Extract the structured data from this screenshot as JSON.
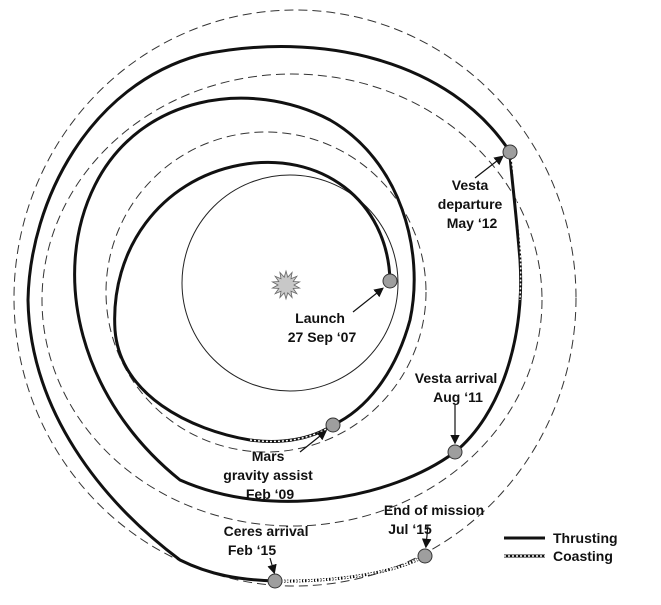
{
  "events": {
    "launch": {
      "lines": [
        "Launch",
        "27 Sep ‘07"
      ]
    },
    "mars": {
      "lines": [
        "Mars",
        "gravity assist",
        "Feb ‘09"
      ]
    },
    "vesta_arrival": {
      "lines": [
        "Vesta arrival",
        "Aug ‘11"
      ]
    },
    "vesta_departure": {
      "lines": [
        "Vesta",
        "departure",
        "May ‘12"
      ]
    },
    "ceres_arrival": {
      "lines": [
        "Ceres arrival",
        "Feb ‘15"
      ]
    },
    "end_of_mission": {
      "lines": [
        "End of mission",
        "Jul ‘15"
      ]
    }
  },
  "legend": {
    "thrusting": "Thrusting",
    "coasting": "Coasting"
  },
  "colors": {
    "ink": "#111111",
    "marker_fill": "#9e9e9e",
    "sun_fill": "#c8c8c8"
  }
}
